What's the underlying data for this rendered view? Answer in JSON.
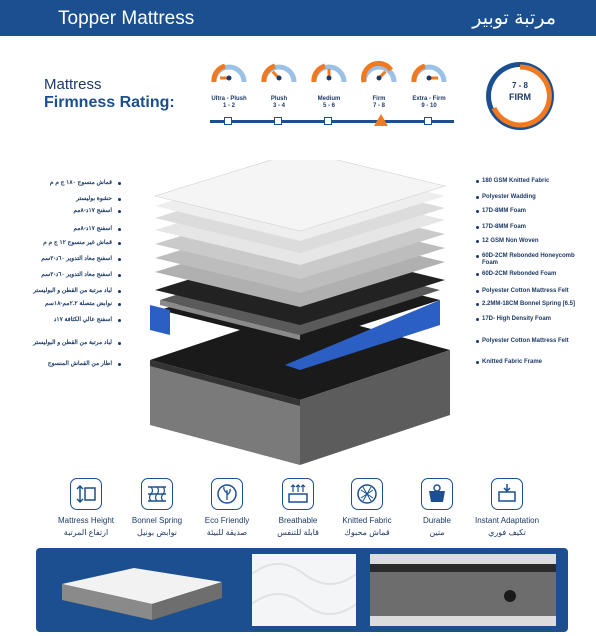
{
  "header": {
    "title": "Topper Mattress",
    "title_ar": "مرتبة توبير"
  },
  "firmness": {
    "title_line1": "Mattress",
    "title_line2": "Firmness Rating:",
    "levels": [
      {
        "name": "Ultra - Plush",
        "range": "1 - 2"
      },
      {
        "name": "Plush",
        "range": "3 - 4"
      },
      {
        "name": "Medium",
        "range": "5 - 6"
      },
      {
        "name": "Firm",
        "range": "7 - 8"
      },
      {
        "name": "Extra - Firm",
        "range": "9 - 10"
      }
    ],
    "selected_range": "7 - 8",
    "selected_name": "FIRM",
    "colors": {
      "accent": "#f07a22",
      "brand": "#1b4f8f",
      "light": "#9bc2e6"
    }
  },
  "layers_en": [
    "180 GSM Knitted Fabric",
    "Polyester Wadding",
    "17D-8MM Foam",
    "17D-8MM Foam",
    "12 GSM Non Woven",
    "60D-2CM Rebonded Honeycomb Foam",
    "60D-2CM Rebonded Foam",
    "Polyester Cotton Mattress Felt",
    "2.2MM-18CM Bonnel Spring [6.5]",
    "17D- High Density Foam",
    "Polyester Cotton Mattress Felt",
    "Knitted Fabric Frame"
  ],
  "layers_ar": [
    "قماش منسوج ١٨٠ ج م م",
    "حشوة بوليستر",
    "اسفنج ١٧د-٨مم",
    "اسفنج ١٧د-٨مم",
    "قماش غير منسوج ١٢ ج م م",
    "اسفنج معاد التدوير ٦٠د-٢سم",
    "اسفنج معاد التدوير ٦٠د-٢سم",
    "لباد مرتبة من القطن و البوليستر",
    "نوابض متصلة ٢.٢مم-١٨سم",
    "اسفنج عالي الكثافة ١٧د",
    "لباد مرتبة من القطن و البوليستر",
    "اطار من القماش المنسوج"
  ],
  "features": [
    {
      "en": "Mattress Height",
      "ar": "ارتفاع المرتبة",
      "icon": "height-icon"
    },
    {
      "en": "Bonnel Spring",
      "ar": "نوابض بونيل",
      "icon": "spring-icon"
    },
    {
      "en": "Eco Friendly",
      "ar": "صديقة للبيئة",
      "icon": "eco-icon"
    },
    {
      "en": "Breathable",
      "ar": "قابلة للتنفس",
      "icon": "breathable-icon"
    },
    {
      "en": "Knitted Fabric",
      "ar": "قماش محبوك",
      "icon": "knitted-fabric-icon"
    },
    {
      "en": "Durable",
      "ar": "متين",
      "icon": "durable-icon"
    },
    {
      "en": "Instant Adaptation",
      "ar": "تكيف فوري",
      "icon": "adaptation-icon"
    }
  ]
}
